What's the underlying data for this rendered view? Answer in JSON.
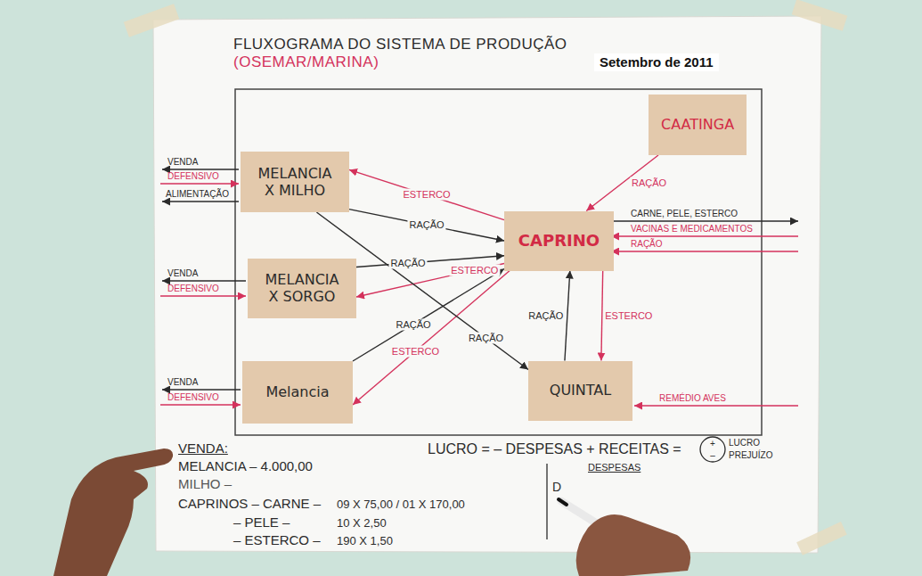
{
  "diagram": {
    "title": "FLUXOGRAMA DO SISTEMA DE PRODUÇÃO (OSEMAR/MARINA)",
    "nodes": [
      {
        "text": [
          "CAATINGA"
        ]
      },
      {
        "text": [
          "MELANCIA X MILHO"
        ]
      },
      {
        "text": [
          "CAPRINO"
        ]
      },
      {
        "text": [
          "MELANCIA X SORGO"
        ]
      },
      {
        "text": [
          "Melancia"
        ]
      },
      {
        "text": [
          "QUINTAL"
        ]
      }
    ],
    "edges": [
      {
        "from": 0,
        "to": 2,
        "label": "RAÇÃO",
        "arrow": "to"
      },
      {
        "from": 2,
        "to": 1,
        "label": "ESTERCO",
        "arrow": "to"
      },
      {
        "from": 1,
        "to": 2,
        "label": "RAÇÃO",
        "arrow": "to"
      },
      {
        "from": 3,
        "to": 2,
        "label": "RAÇÃO",
        "arrow": "to"
      },
      {
        "from": 2,
        "to": 3,
        "label": "ESTERCO",
        "arrow": "to"
      },
      {
        "from": 4,
        "to": 2,
        "label": "RAÇÃO",
        "arrow": "to"
      },
      {
        "from": 2,
        "to": 4,
        "label": "ESTERCO",
        "arrow": "to"
      },
      {
        "from": 1,
        "to": 5,
        "label": "RAÇÃO",
        "arrow": "to"
      },
      {
        "from": 5,
        "to": 2,
        "label": "RAÇÃO",
        "arrow": "to"
      },
      {
        "from": 2,
        "to": 5,
        "label": "ESTERCO",
        "arrow": "to"
      }
    ],
    "labels": [
      "Setembro de 2011",
      "VENDA",
      "DEFENSIVO",
      "ALIMENTAÇÃO",
      "VENDA",
      "DEFENSIVO",
      "VENDA",
      "DEFENSIVO",
      "CARNE, PELE, ESTERCO",
      "VACINAS E MEDICAMENTOS",
      "RAÇÃO",
      "REMÉDIO AVES",
      "VENDA:",
      "MELANCIA – 4.000,00",
      "MILHO –",
      "CAPRINOS – CARNE –",
      "09 X 75,00 / 01 X 170,00",
      "– PELE –",
      "10 X 2,50",
      "– ESTERCO –",
      "190 X 1,50",
      "LUCRO = – DESPESAS + RECEITAS =",
      "+",
      "–",
      "LUCRO",
      "PREJUÍZO",
      "DESPESAS",
      "D"
    ]
  }
}
